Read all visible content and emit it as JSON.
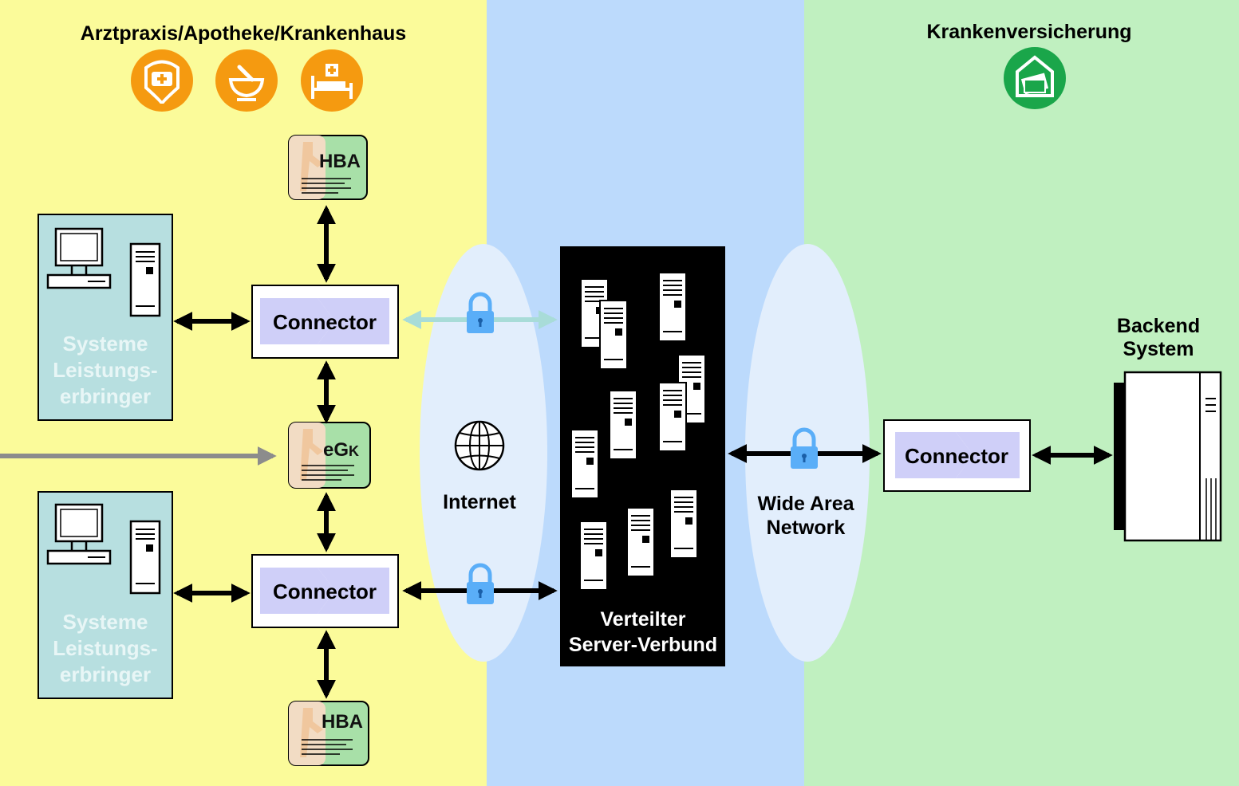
{
  "zones": {
    "left_title": "Arztpraxis/Apotheke/Krankenhaus",
    "right_title": "Krankenversicherung"
  },
  "colors": {
    "left_zone": "#fbfb9a",
    "middle_zone": "#bcdafc",
    "right_zone": "#c0f0c0",
    "network_ellipse": "#e2eefc",
    "connector_inner": "#cfcff8",
    "systems_box": "#b7dfe0",
    "server_block": "#000000",
    "icon_orange": "#f59a10",
    "icon_green": "#1aa64a",
    "lock_blue": "#5aaef8",
    "arrow_gray": "#8c8c8c"
  },
  "icons": {
    "left": [
      "medical-bag-icon",
      "mortar-pestle-icon",
      "hospital-bed-icon"
    ],
    "right": "insurance-folder-icon"
  },
  "systems": [
    {
      "line1": "Systeme",
      "line2": "Leistungs-",
      "line3": "erbringer"
    },
    {
      "line1": "Systeme",
      "line2": "Leistungs-",
      "line3": "erbringer"
    }
  ],
  "connectors": {
    "top": "Connector",
    "bottom": "Connector",
    "right": "Connector"
  },
  "cards": {
    "hba_top": "HBA",
    "egk_main": "eG",
    "egk_small": "K",
    "hba_bottom": "HBA"
  },
  "networks": {
    "internet": "Internet",
    "wan_line1": "Wide Area",
    "wan_line2": "Network"
  },
  "server_cluster": {
    "line1": "Verteilter",
    "line2": "Server-Verbund"
  },
  "backend": {
    "line1": "Backend",
    "line2": "System"
  }
}
